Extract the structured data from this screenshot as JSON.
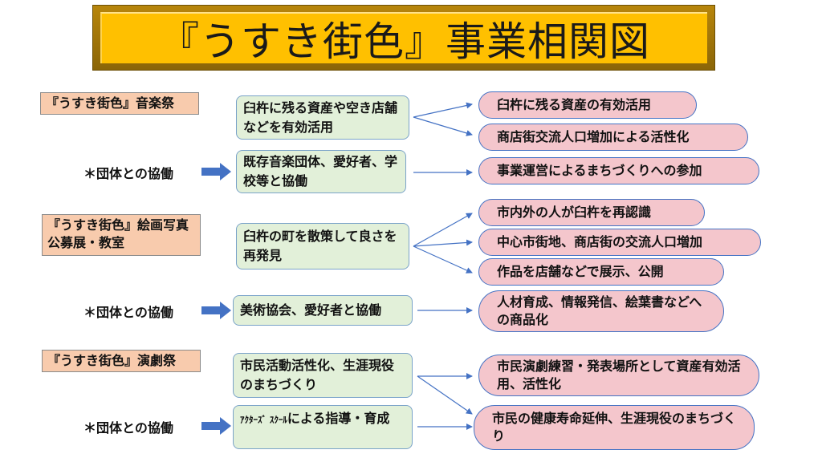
{
  "title": "『うすき街色』事業相関図",
  "collab_text": "＊団体との協働",
  "sections": [
    {
      "label": "『うすき街色』音楽祭",
      "items": [
        {
          "text": "臼杵に残る資産や空き店舗などを有効活用",
          "outcomes": [
            "臼杵に残る資産の有効活用",
            "商店街交流人口増加による活性化"
          ]
        },
        {
          "text": "既存音楽団体、愛好者、学校等と協働",
          "outcomes": [
            "事業運営によるまちづくりへの参加"
          ]
        }
      ]
    },
    {
      "label": "『うすき街色』絵画写真公募展・教室",
      "items": [
        {
          "text": "臼杵の町を散策して良さを再発見",
          "outcomes": [
            "市内外の人が臼杵を再認識",
            "中心市街地、商店街の交流人口増加",
            "作品を店舗などで展示、公開"
          ]
        },
        {
          "text": "美術協会、愛好者と協働",
          "outcomes": [
            "人材育成、情報発信、絵葉書などへの商品化"
          ]
        }
      ]
    },
    {
      "label": "『うすき街色』演劇祭",
      "items": [
        {
          "text": "市民活動活性化、生涯現役のまちづくり",
          "outcomes": [
            "市民演劇練習・発表場所として資産有効活用、活性化"
          ]
        },
        {
          "text_prefix": "ｱｸﾀｰｽﾞ ｽｸｰﾙ",
          "text": "による指導・育成",
          "outcomes": [
            "市民の健康寿命延伸、生涯現役のまちづくり"
          ]
        }
      ]
    }
  ]
}
